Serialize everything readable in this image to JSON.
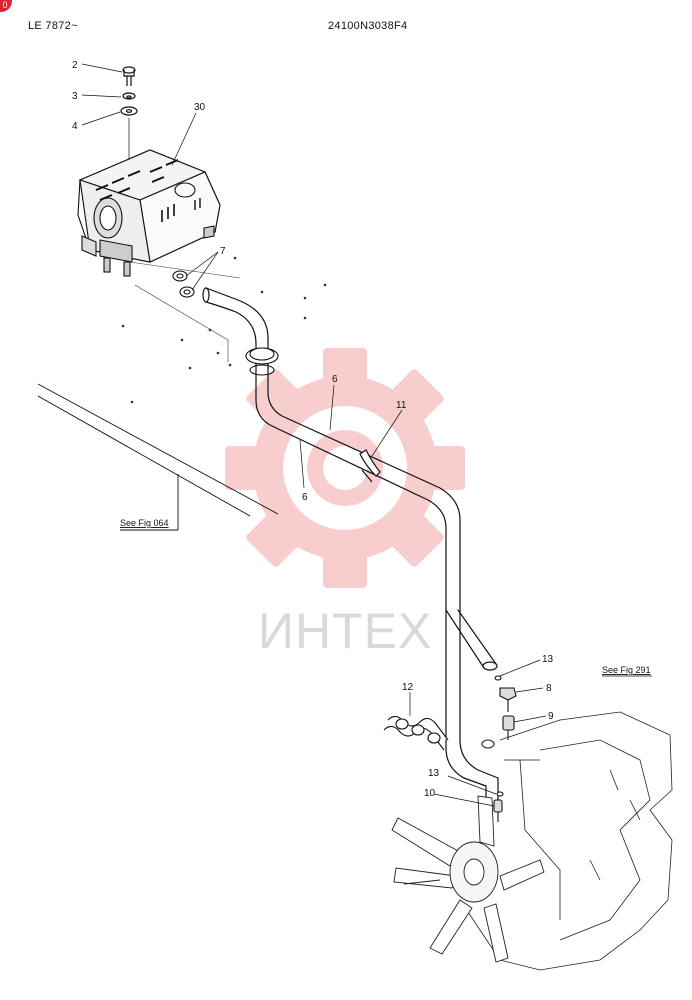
{
  "header": {
    "serial": "LE 7872~",
    "part_code": "24100N3038F4",
    "corner_badge": "0"
  },
  "callouts": {
    "c2": "2",
    "c3": "3",
    "c4": "4",
    "c30": "30",
    "c7": "7",
    "c6a": "6",
    "c6b": "6",
    "c11": "11",
    "c13a": "13",
    "c8": "8",
    "c9": "9",
    "c12": "12",
    "c13b": "13",
    "c10": "10"
  },
  "references": {
    "fig064": "See Fig 064",
    "fig291": "See Fig 291"
  },
  "watermark": {
    "text": "ИНТЕХ",
    "color": "#f2a6a6"
  }
}
